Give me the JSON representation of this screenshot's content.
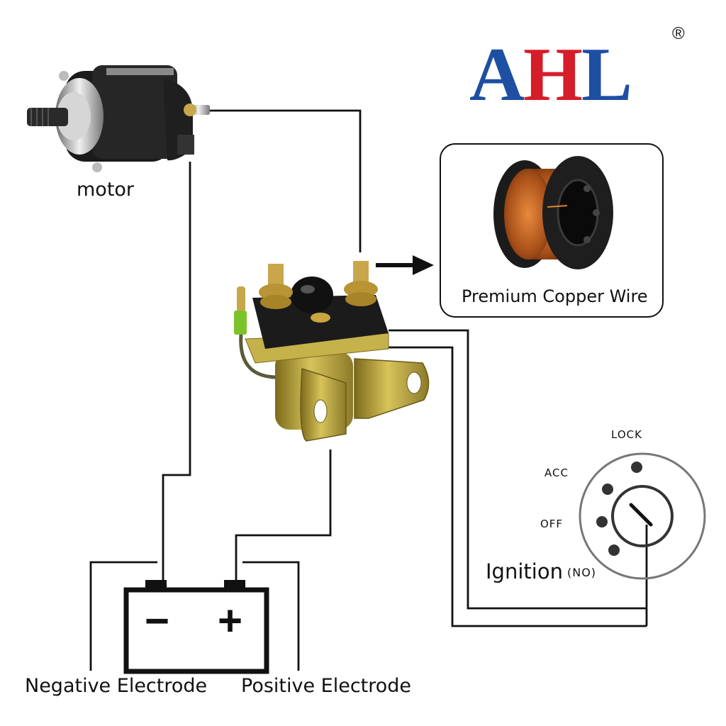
{
  "brand": {
    "logo_letters": [
      {
        "text": "A",
        "color": "#1d4fa3"
      },
      {
        "text": "H",
        "color": "#d51e2a"
      },
      {
        "text": "L",
        "color": "#1d4fa3"
      }
    ],
    "registered_mark": "®"
  },
  "labels": {
    "motor": "motor",
    "copper_wire": "Premium Copper Wire",
    "negative_electrode": "Negative Electrode",
    "positive_electrode": "Positive Electrode",
    "ignition": "Ignition",
    "ignition_note": "(NO)"
  },
  "battery": {
    "negative_symbol": "−",
    "positive_symbol": "+"
  },
  "ignition_switch": {
    "positions": [
      "LOCK",
      "ACC",
      "OFF"
    ]
  },
  "colors": {
    "wire": "#111111",
    "copper": "#b4561c",
    "solenoid_body": "#b8a23a"
  }
}
